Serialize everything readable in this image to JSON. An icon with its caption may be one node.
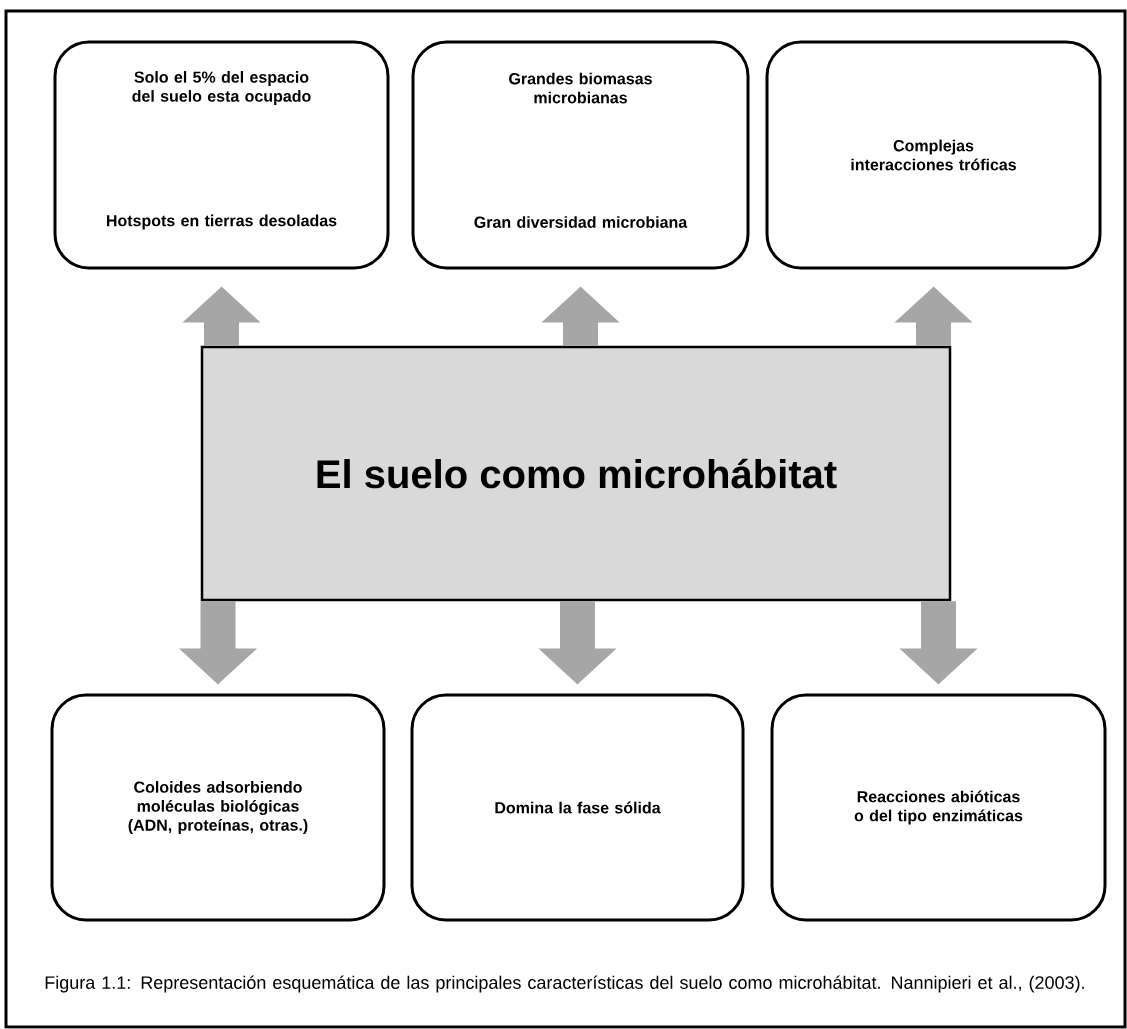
{
  "diagram": {
    "caption": "Figura 1.1: Representación esquemática de las principales características del suelo como microhábitat. Nannipieri et al., (2003).",
    "nodes": [
      {
        "text": [
          "Solo el 5% del espacio del suelo esta ocupado",
          "Hotspots en tierras desoladas"
        ]
      },
      {
        "text": [
          "Grandes biomasas microbianas",
          "Gran diversidad microbiana"
        ]
      },
      {
        "text": [
          "Complejas interacciones tróficas"
        ]
      },
      {
        "text": [
          "El suelo como microhábitat"
        ]
      },
      {
        "text": [
          "Coloides adsorbiendo moléculas biológicas (ADN, proteínas, otras.)"
        ]
      },
      {
        "text": [
          "Domina la fase sólida"
        ]
      },
      {
        "text": [
          "Reacciones abióticas o del tipo enzimáticas"
        ]
      }
    ],
    "edges": [
      {
        "from": 3,
        "to": 0,
        "arrow": "to"
      },
      {
        "from": 3,
        "to": 1,
        "arrow": "to"
      },
      {
        "from": 3,
        "to": 2,
        "arrow": "to"
      },
      {
        "from": 3,
        "to": 4,
        "arrow": "to"
      },
      {
        "from": 3,
        "to": 5,
        "arrow": "to"
      },
      {
        "from": 3,
        "to": 6,
        "arrow": "to"
      }
    ]
  }
}
